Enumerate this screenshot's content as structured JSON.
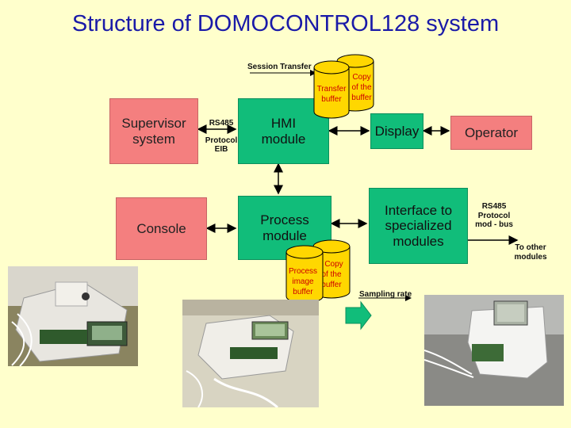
{
  "title": "Structure of DOMOCONTROL128 system",
  "boxes": {
    "supervisor": "Supervisor system",
    "hmi": "HMI module",
    "display": "Display",
    "operator": "Operator",
    "console": "Console",
    "process": "Process module",
    "interface": "Interface to specialized modules"
  },
  "labels": {
    "session_transfer": "Session Transfer",
    "rs485_left_1": "RS485",
    "rs485_left_2": "Protocol",
    "rs485_left_3": "EIB",
    "rs485_right_1": "RS485",
    "rs485_right_2": "Protocol",
    "rs485_right_3": "mod - bus",
    "to_other_1": "To other",
    "to_other_2": "modules",
    "sampling_rate": "Sampling rate"
  },
  "cylinders": {
    "transfer_buffer": [
      "Transfer",
      "buffer"
    ],
    "copy_transfer": [
      "Copy",
      "of the",
      "buffer"
    ],
    "process_image": [
      "Process",
      "image",
      "buffer"
    ],
    "copy_process": [
      "Copy",
      "of the",
      "buffer"
    ]
  },
  "colors": {
    "title": "#1a1aa8",
    "red_box": "#f47f7f",
    "green_box": "#11bd7a",
    "cylinder": "#ffd700",
    "background": "#ffffcc"
  }
}
